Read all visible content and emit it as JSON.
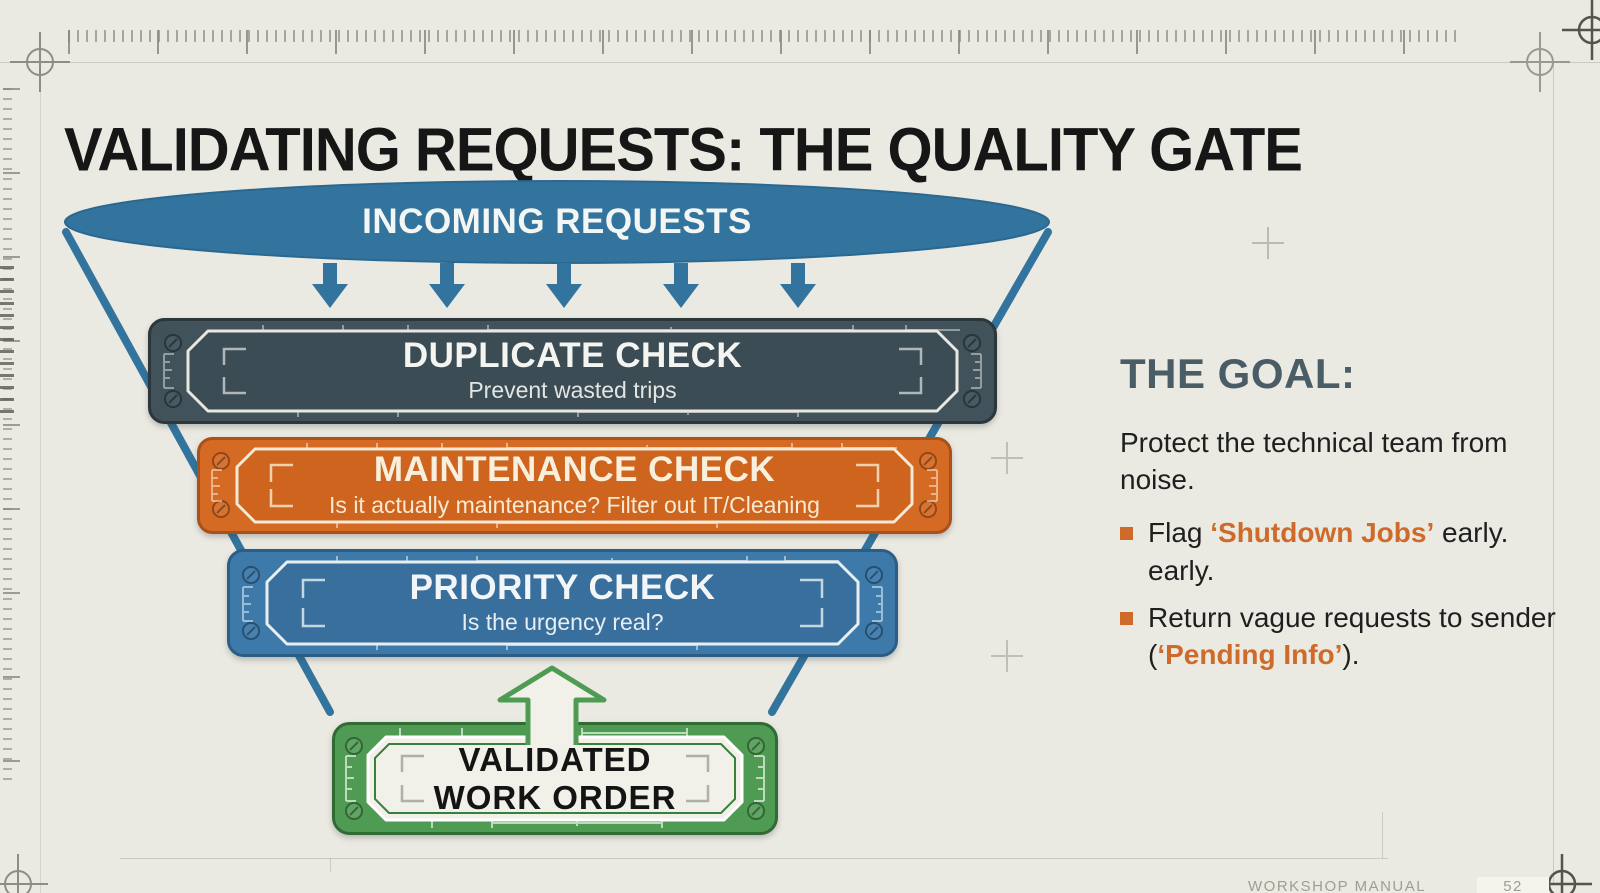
{
  "title": "VALIDATING REQUESTS: THE QUALITY GATE",
  "funnel": {
    "source_label": "INCOMING REQUESTS",
    "stages": [
      {
        "heading": "DUPLICATE CHECK",
        "subtext": "Prevent wasted trips",
        "color": "#41525A"
      },
      {
        "heading": "MAINTENANCE CHECK",
        "subtext": "Is it actually maintenance? Filter out IT/Cleaning",
        "color": "#D56A24"
      },
      {
        "heading": "PRIORITY CHECK",
        "subtext": "Is the urgency real?",
        "color": "#3D7AA9"
      }
    ],
    "output": {
      "line1": "VALIDATED",
      "line2": "WORK ORDER",
      "color": "#4F9B53"
    }
  },
  "goal": {
    "heading": "THE GOAL:",
    "intro": "Protect the technical team from noise.",
    "bullets": [
      {
        "pre": "Flag ",
        "accent": "‘Shutdown Jobs’",
        "post": " early.",
        "line2": "early."
      },
      {
        "pre": "Return vague requests to sender (",
        "accent": "‘Pending Info’",
        "post": ")."
      }
    ],
    "accent_color": "#CF6B2A"
  },
  "footer": {
    "label": "WORKSHOP MANUAL",
    "page": "52"
  },
  "colors": {
    "background": "#EAE9E2",
    "funnel_blue": "#33749E",
    "goal_heading": "#4A5D66",
    "accent_orange": "#CF6B2A"
  }
}
